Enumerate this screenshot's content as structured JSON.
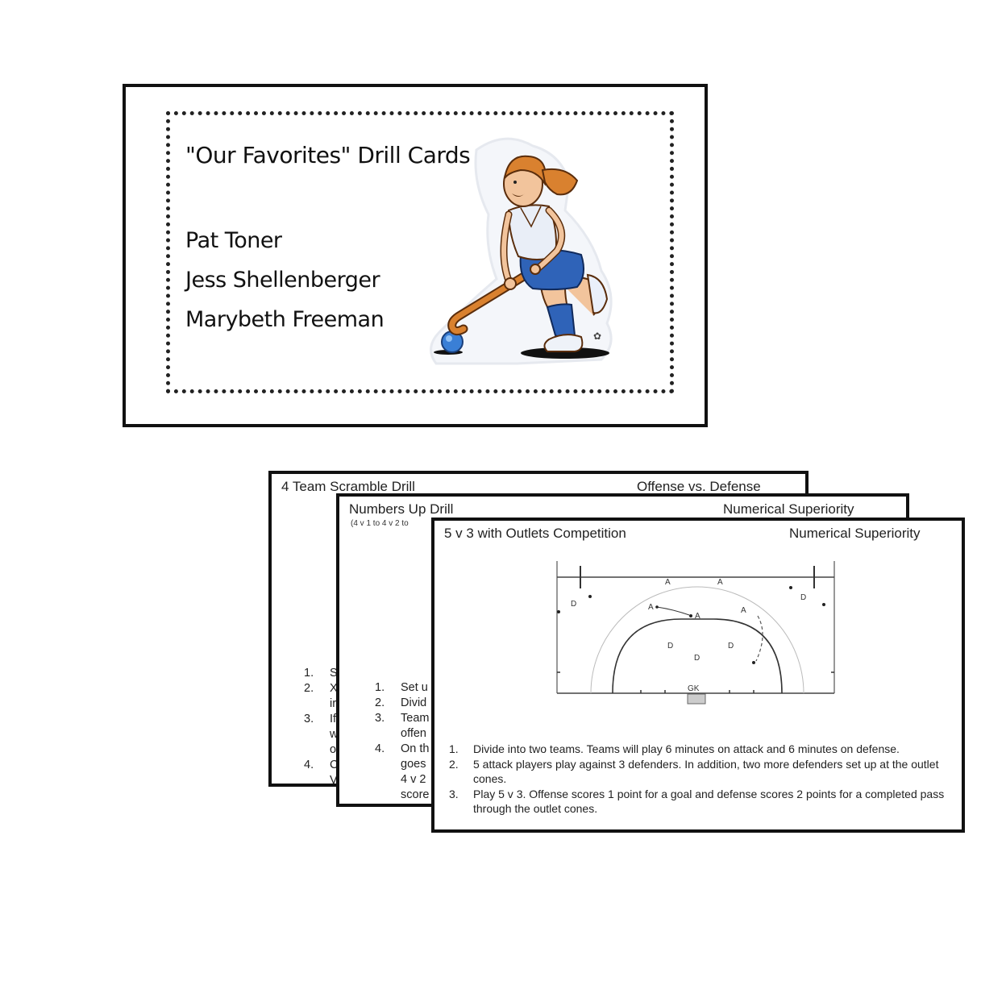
{
  "cover": {
    "title": "\"Our Favorites\" Drill Cards",
    "authors": [
      "Pat Toner",
      "Jess Shellenberger",
      "Marybeth Freeman"
    ],
    "illustration": "field-hockey-player-girl",
    "colors": {
      "hair": "#d9812f",
      "shorts": "#2f63b8",
      "stick": "#c9742b",
      "ball": "#3a7fd6"
    }
  },
  "cards": [
    {
      "title": "4 Team Scramble Drill",
      "category": "Offense vs. Defense",
      "steps": [
        {
          "num": "1.",
          "text": "S"
        },
        {
          "num": "2.",
          "text": "X"
        },
        {
          "num": "",
          "text": "ir"
        },
        {
          "num": "3.",
          "text": "If"
        },
        {
          "num": "",
          "text": "w"
        },
        {
          "num": "",
          "text": "o"
        },
        {
          "num": "4.",
          "text": "C"
        },
        {
          "num": "",
          "text": "V"
        }
      ]
    },
    {
      "title": "Numbers Up Drill",
      "category": "Numerical Superiority",
      "subtitle": "(4 v 1 to 4 v 2 to",
      "steps": [
        {
          "num": "1.",
          "text": "Set u"
        },
        {
          "num": "2.",
          "text": "Divid"
        },
        {
          "num": "3.",
          "text": "Team"
        },
        {
          "num": "",
          "text": "offen"
        },
        {
          "num": "4.",
          "text": "On th"
        },
        {
          "num": "",
          "text": "goes"
        },
        {
          "num": "",
          "text": "4 v 2"
        },
        {
          "num": "",
          "text": "score"
        }
      ]
    },
    {
      "title": "5 v 3 with Outlets Competition",
      "category": "Numerical Superiority",
      "diagram": {
        "labels": [
          "A",
          "A",
          "A",
          "A",
          "A",
          "D",
          "D",
          "D",
          "D",
          "D",
          "GK"
        ]
      },
      "steps": [
        {
          "num": "1.",
          "text": "Divide into two teams. Teams will play 6 minutes on attack and 6 minutes on defense."
        },
        {
          "num": "2.",
          "text": "5 attack players play against 3 defenders. In addition, two more defenders set up at the outlet cones."
        },
        {
          "num": "3.",
          "text": "Play 5 v 3. Offense scores 1 point for a goal and defense scores 2 points for a completed pass through the outlet cones."
        }
      ]
    }
  ]
}
